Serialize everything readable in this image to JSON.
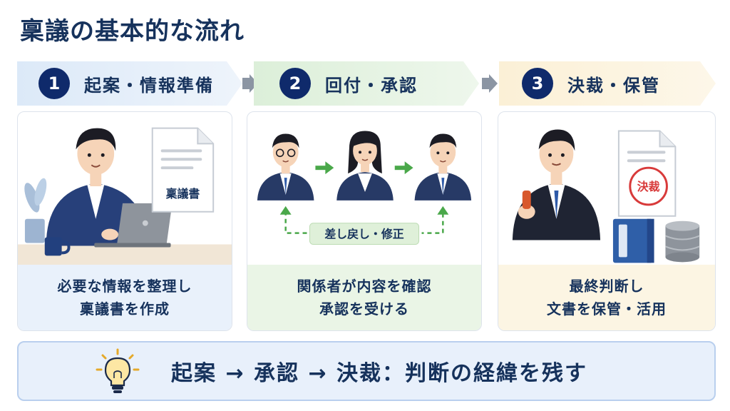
{
  "title": "稟議の基本的な流れ",
  "steps": [
    {
      "number": "1",
      "label": "起案・情報準備",
      "caption_line1": "必要な情報を整理し",
      "caption_line2": "稟議書を作成",
      "doc_label": "稟議書"
    },
    {
      "number": "2",
      "label": "回付・承認",
      "caption_line1": "関係者が内容を確認",
      "caption_line2": "承認を受ける",
      "return_label": "差し戻し・修正"
    },
    {
      "number": "3",
      "label": "決裁・保管",
      "caption_line1": "最終判断し",
      "caption_line2": "文書を保管・活用",
      "stamp_label": "決裁"
    }
  ],
  "summary": "起案 → 承認 → 決裁：判断の経緯を残す",
  "colors": {
    "navy": "#0f2a6b",
    "green_arrow": "#4aa84a",
    "stamp_red": "#d83a3a"
  }
}
